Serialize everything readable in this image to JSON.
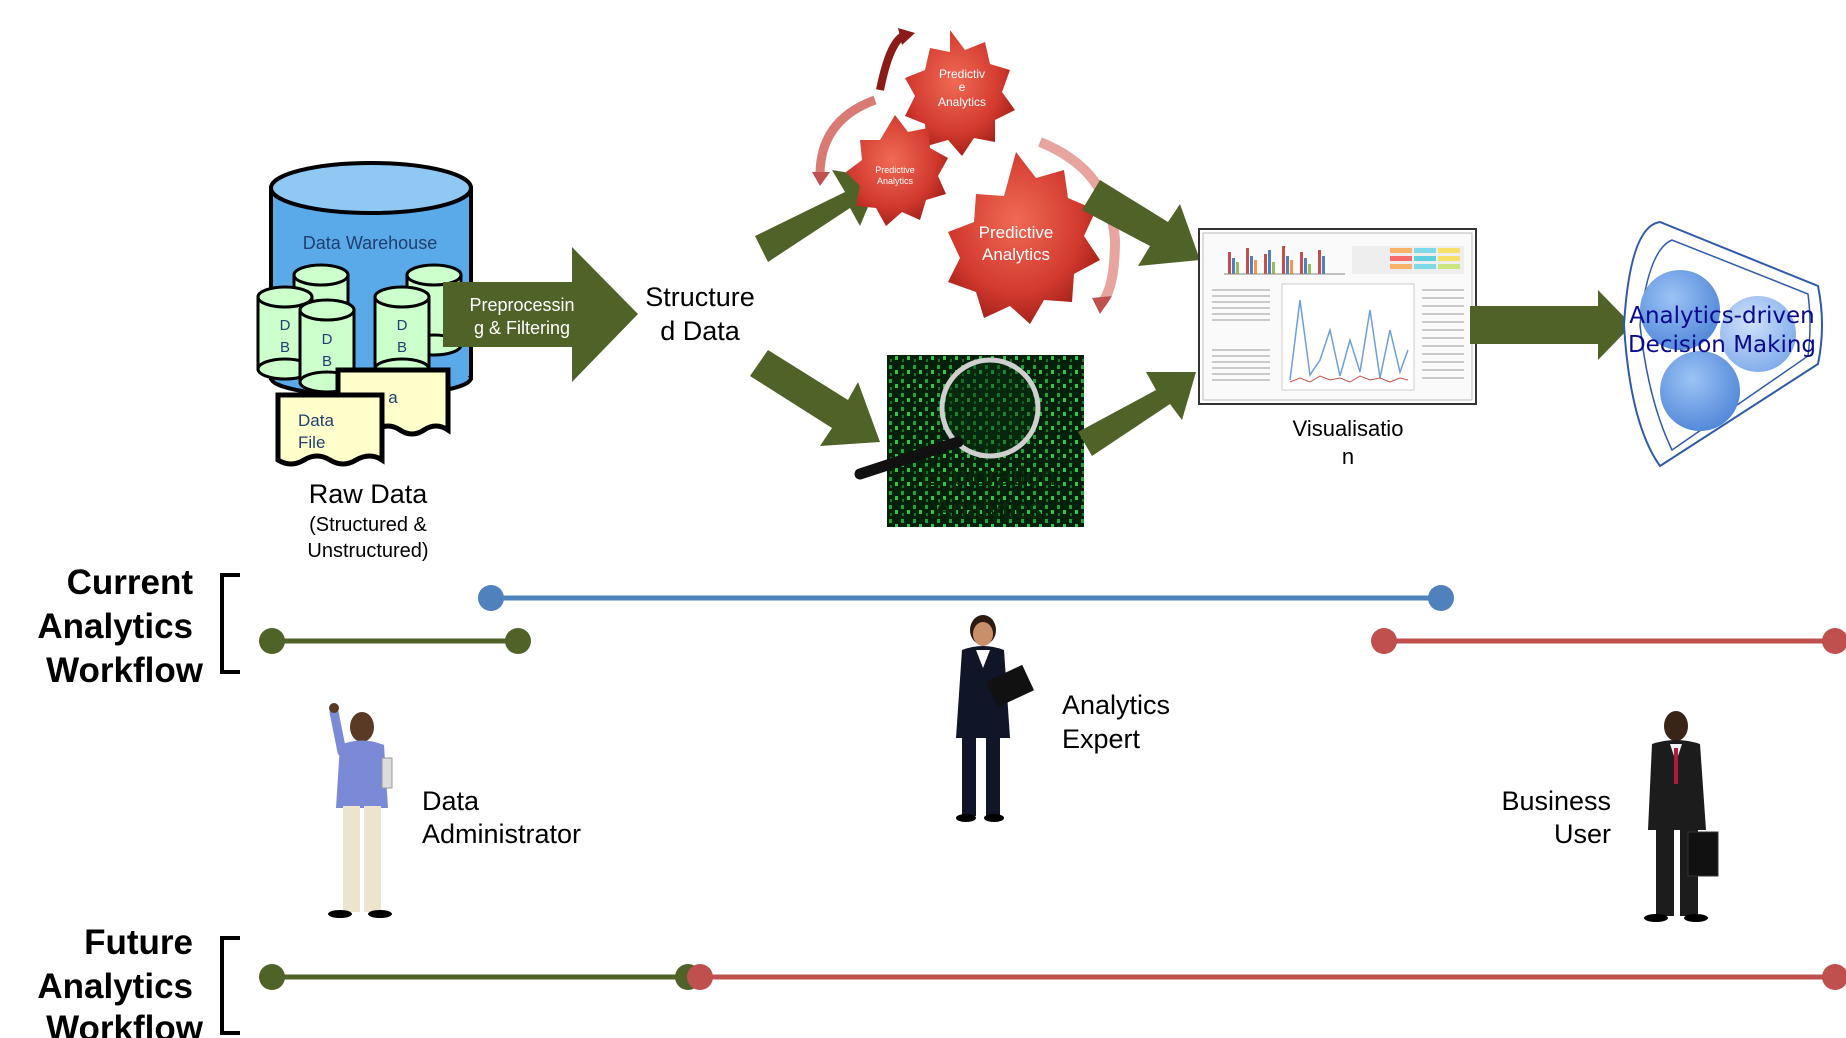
{
  "raw_data": {
    "warehouse_label": "Data Warehouse",
    "db_label_d": "D",
    "db_label_b": "B",
    "file_label_back": "a",
    "file_label_line1": "Data",
    "file_label_line2": "File",
    "caption_line1": "Raw Data",
    "caption_line2": "(Structured &",
    "caption_line3": "Unstructured)"
  },
  "preprocessing": {
    "line1": "Preprocessin",
    "line2": "g & Filtering"
  },
  "structured_data": {
    "line1": "Structure",
    "line2": "d Data"
  },
  "predictive": {
    "top_line1": "Predictiv",
    "top_line2": "e",
    "top_line3": "Analytics",
    "small_line1": "Predictive",
    "small_line2": "Analytics",
    "big_line1": "Predictive",
    "big_line2": "Analytics"
  },
  "exploration": {
    "line1": "Exploration",
    "line2": "Analytics"
  },
  "visualisation": {
    "line1": "Visualisatio",
    "line2": "n"
  },
  "decision": {
    "line1": "Analytics-driven",
    "line2": "Decision Making"
  },
  "current_workflow": {
    "line1": "Current",
    "line2": "Analytics",
    "line3": "Workflow"
  },
  "future_workflow": {
    "line1": "Future",
    "line2": "Analytics",
    "line3": "Workflow"
  },
  "roles": {
    "analytics_expert_line1": "Analytics",
    "analytics_expert_line2": "Expert",
    "data_admin_line1": "Data",
    "data_admin_line2": "Administrator",
    "business_user_line1": "Business",
    "business_user_line2": "User"
  },
  "colors": {
    "arrow_green": "#4f6228",
    "timeline_green": "#4f6228",
    "timeline_blue": "#4f81bd",
    "timeline_red": "#c0504d",
    "gear_red": "#d23a2e",
    "warehouse_blue": "#5aa9e8",
    "db_green": "#ccffcc",
    "file_yellow": "#ffffcc"
  }
}
